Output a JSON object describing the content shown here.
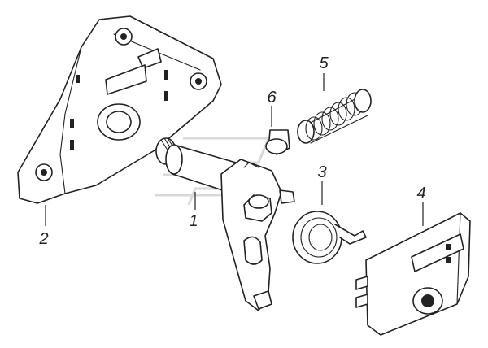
{
  "callouts": [
    {
      "id": "1",
      "label": "1"
    },
    {
      "id": "2",
      "label": "2"
    },
    {
      "id": "3",
      "label": "3"
    },
    {
      "id": "4",
      "label": "4"
    },
    {
      "id": "5",
      "label": "5"
    },
    {
      "id": "6",
      "label": "6"
    }
  ],
  "colors": {
    "line": "#222222",
    "background": "#ffffff",
    "watermark": "#d9d9d9"
  }
}
